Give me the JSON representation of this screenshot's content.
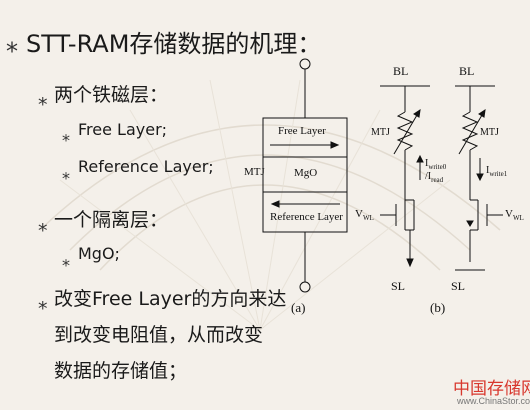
{
  "title": "STT-RAM存储数据的机理：",
  "bullets": {
    "layers_heading": "两个铁磁层：",
    "free_layer": "Free Layer;",
    "reference_layer": "Reference Layer;",
    "barrier_heading": "一个隔离层：",
    "mgo": "MgO;",
    "change_line1": "改变Free Layer的方向来达",
    "change_line2": "到改变电阻值，从而改变",
    "change_line3": "数据的存储值；"
  },
  "diagram_a": {
    "free_layer": "Free Layer",
    "mgo": "MgO",
    "reference_layer": "Reference Layer",
    "mtj": "MTJ",
    "caption": "(a)"
  },
  "diagram_b": {
    "bl_left": "BL",
    "bl_right": "BL",
    "mtj_left": "MTJ",
    "mtj_right": "MTJ",
    "i_write0": "I",
    "i_write0_sub": "write0",
    "i_read": "/I",
    "i_read_sub": "read",
    "i_write1": "I",
    "i_write1_sub": "write1",
    "vwl_left": "V",
    "vwl_left_sub": "WL",
    "vwl_right": "V",
    "vwl_right_sub": "WL",
    "sl_left": "SL",
    "sl_right": "SL",
    "caption": "(b)"
  },
  "watermark": {
    "brand": "中国存储网",
    "url": "www.ChinaStor.com"
  }
}
